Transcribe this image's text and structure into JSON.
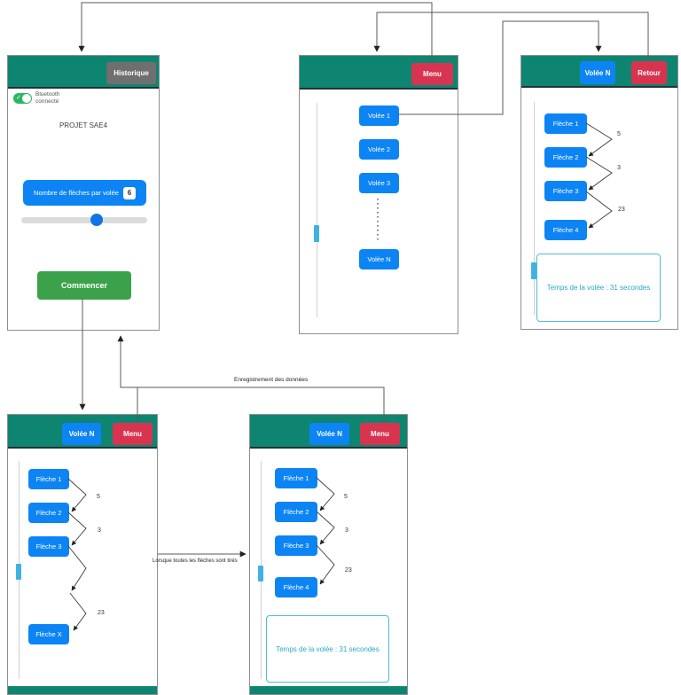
{
  "colors": {
    "teal": "#0e8570",
    "red": "#d8344f",
    "blue": "#0d84f4",
    "green": "#3ba24b",
    "gray": "#6f6f6f",
    "temps_accent": "#2aa9c5",
    "scroll_thumb": "#3fb2e2"
  },
  "home": {
    "historique_button": "Historique",
    "bluetooth_label_line1": "Bluetooth",
    "bluetooth_label_line2": "connecté",
    "title": "PROJET SAE4",
    "arrows_per_volley_label": "Nombre de flèches par volée",
    "arrows_per_volley_value": "6",
    "start_button": "Commencer"
  },
  "menu": {
    "menu_button": "Menu",
    "volleys": [
      "Volée 1",
      "Volée 2",
      "Volée 3",
      "Volée N"
    ]
  },
  "detail": {
    "volee_button": "Volée N",
    "retour_button": "Retour",
    "arrows": [
      "Flèche 1",
      "Flèche 2",
      "Flèche 3",
      "Flèche 4"
    ],
    "scores": [
      "5",
      "3",
      "23"
    ],
    "temps_text": "Temps de la volée : 31 secondes"
  },
  "live": {
    "volee_button": "Volée N",
    "menu_button": "Menu",
    "arrows": [
      "Flèche 1",
      "Flèche 2",
      "Flèche 3",
      "Flèche X"
    ],
    "scores": [
      "5",
      "3",
      "23"
    ]
  },
  "complete": {
    "volee_button": "Volée N",
    "menu_button": "Menu",
    "arrows": [
      "Flèche 1",
      "Flèche 2",
      "Flèche 3",
      "Flèche 4"
    ],
    "scores": [
      "5",
      "3",
      "23"
    ],
    "temps_text": "Temps de la volée : 31 secondes"
  },
  "flow": {
    "save_label": "Enregistrement des données",
    "all_fired_label": "Lorsque toutes les flèches sont tirés"
  }
}
